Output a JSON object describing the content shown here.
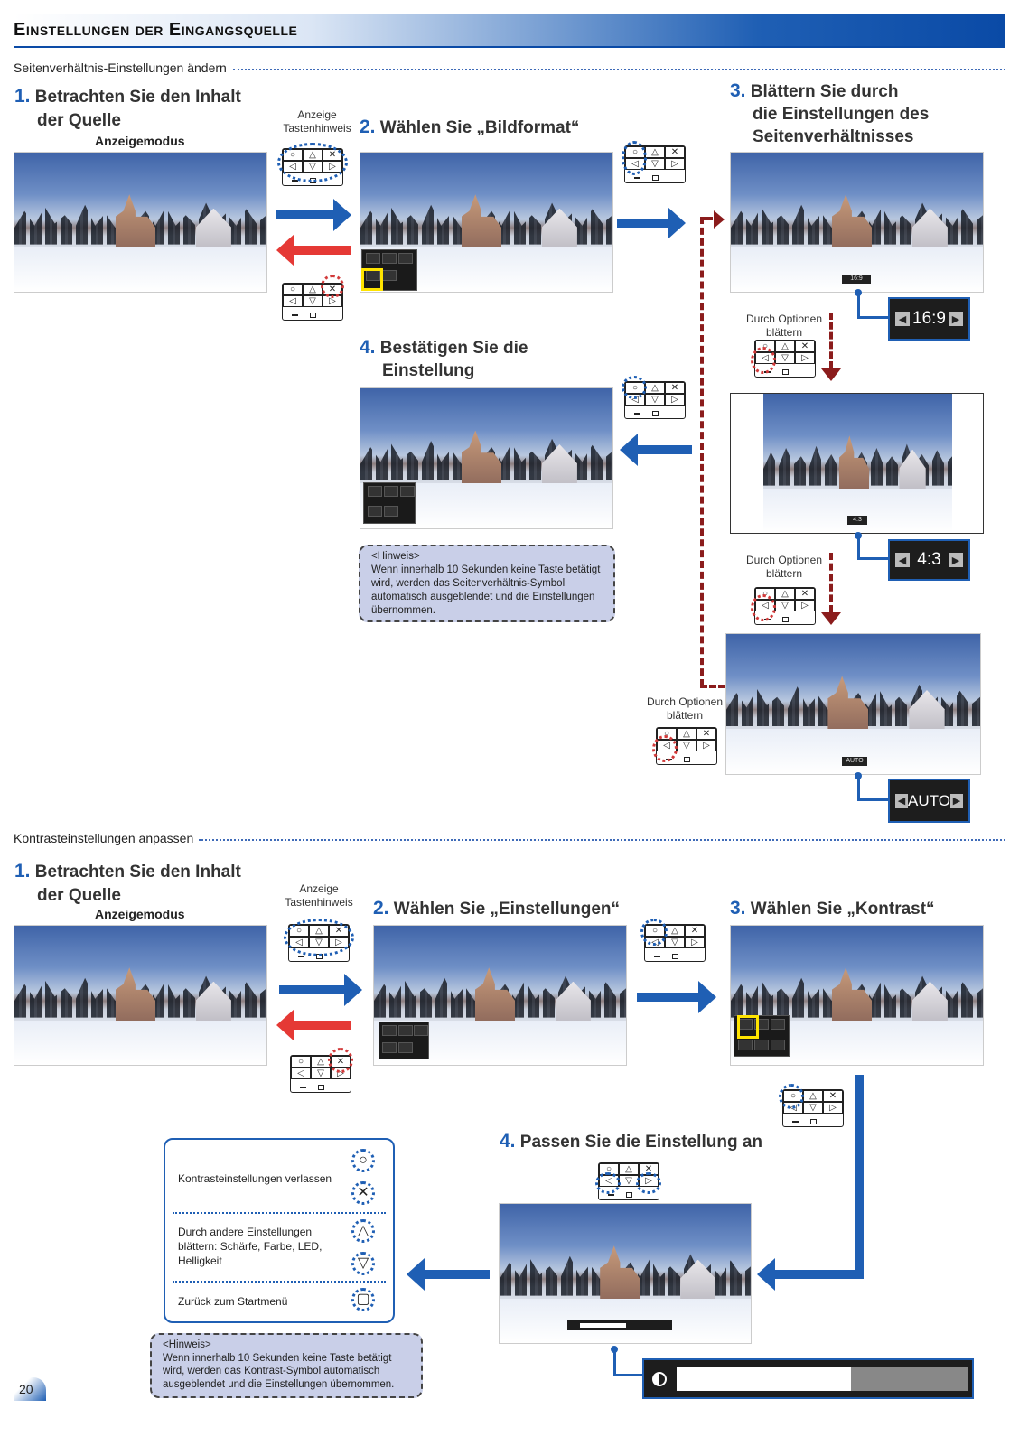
{
  "header": {
    "title": "Einstellungen der Eingangsquelle"
  },
  "section1": {
    "title": "Seitenverhältnis-Einstellungen ändern",
    "step1": {
      "num": "1.",
      "line1": "Betrachten Sie den Inhalt",
      "line2": "der Quelle",
      "mode": "Anzeigemodus"
    },
    "hint": {
      "line1": "Anzeige",
      "line2": "Tastenhinweis"
    },
    "step2": {
      "num": "2.",
      "text": "Wählen Sie „Bildformat“"
    },
    "step3": {
      "num": "3.",
      "line1": "Blättern Sie durch",
      "line2": "die Einstellungen des",
      "line3": "Seitenverhältnisses"
    },
    "step4": {
      "num": "4.",
      "line1": "Bestätigen Sie die",
      "line2": "Einstellung"
    },
    "scroll_label": {
      "line1": "Durch Optionen",
      "line2": "blättern"
    },
    "ratios": {
      "r169": "16:9",
      "r43": "4:3",
      "auto": "AUTO"
    },
    "note": {
      "title": "<Hinweis>",
      "line1": "Wenn innerhalb 10 Sekunden keine Taste betätigt",
      "line2": "wird, werden das Seitenverhältnis-Symbol",
      "line3": "automatisch ausgeblendet und die Einstellungen",
      "line4": "übernommen."
    }
  },
  "section2": {
    "title": "Kontrasteinstellungen anpassen",
    "step1": {
      "num": "1.",
      "line1": "Betrachten Sie den Inhalt",
      "line2": "der Quelle",
      "mode": "Anzeigemodus"
    },
    "hint": {
      "line1": "Anzeige",
      "line2": "Tastenhinweis"
    },
    "step2": {
      "num": "2.",
      "text": "Wählen Sie „Einstellungen“"
    },
    "step3": {
      "num": "3.",
      "text": "Wählen Sie „Kontrast“"
    },
    "step4": {
      "num": "4.",
      "text": "Passen Sie die Einstellung an"
    },
    "table": {
      "row1": "Kontrasteinstellungen verlassen",
      "row2_line1": "Durch andere Einstellungen",
      "row2_line2": "blättern: Schärfe, Farbe, LED,",
      "row2_line3": "Helligkeit",
      "row3": "Zurück zum Startmenü"
    },
    "note": {
      "title": "<Hinweis>",
      "line1": "Wenn innerhalb 10 Sekunden keine Taste betätigt",
      "line2": "wird, werden das Kontrast-Symbol automatisch",
      "line3": "ausgeblendet und die Einstellungen übernommen."
    },
    "contrast_level": 0.6
  },
  "remote_keys": {
    "circle": "○",
    "up": "△",
    "cross": "✕",
    "left": "◁",
    "down": "▽",
    "right": "▷"
  },
  "page_number": "20",
  "colors": {
    "accent": "#1f5fb4",
    "back_arrow": "#e53935",
    "dashed": "#8b1c1c",
    "note_bg": "#c9cfe8",
    "highlight": "#ffe400"
  }
}
